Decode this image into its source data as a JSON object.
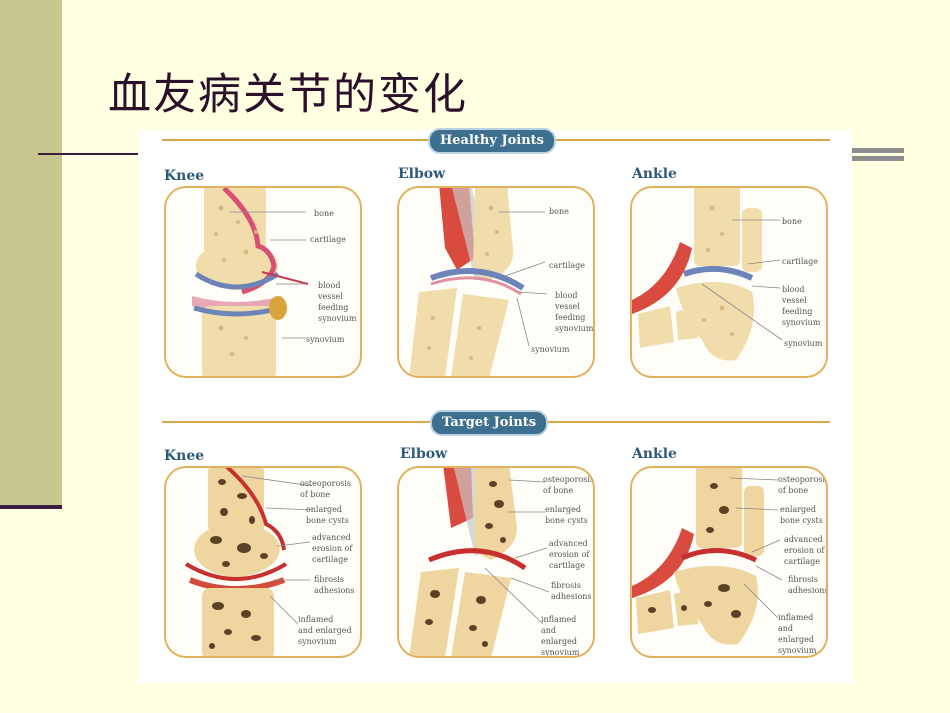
{
  "slide": {
    "title": "血友病关节的变化"
  },
  "figure": {
    "healthy": {
      "heading": "Healthy Joints",
      "knee": {
        "label": "Knee",
        "annotations": [
          "bone",
          "cartilage",
          "blood\nvessel\nfeeding\nsynovium",
          "synovium"
        ]
      },
      "elbow": {
        "label": "Elbow",
        "annotations": [
          "bone",
          "cartilage",
          "blood\nvessel\nfeeding\nsynovium",
          "synovium"
        ]
      },
      "ankle": {
        "label": "Ankle",
        "annotations": [
          "bone",
          "cartilage",
          "blood\nvessel\nfeeding\nsynovium",
          "synovium"
        ]
      }
    },
    "target": {
      "heading": "Target Joints",
      "knee": {
        "label": "Knee",
        "annotations": [
          "osteoporosis\nof bone",
          "enlarged\nbone cysts",
          "advanced\nerosion of\ncartilage",
          "fibrosis\nadhesions",
          "inflamed\nand enlarged\nsynovium"
        ]
      },
      "elbow": {
        "label": "Elbow",
        "annotations": [
          "osteoporosis\nof bone",
          "enlarged\nbone cysts",
          "advanced\nerosion of\ncartilage",
          "fibrosis\nadhesions",
          "inflamed\nand enlarged\nsynovium"
        ]
      },
      "ankle": {
        "label": "Ankle",
        "annotations": [
          "osteoporosis\nof bone",
          "enlarged\nbone cysts",
          "advanced\nerosion of\ncartilage",
          "fibrosis\nadhesions",
          "inflamed\nand enlarged\nsynovium"
        ]
      }
    }
  }
}
